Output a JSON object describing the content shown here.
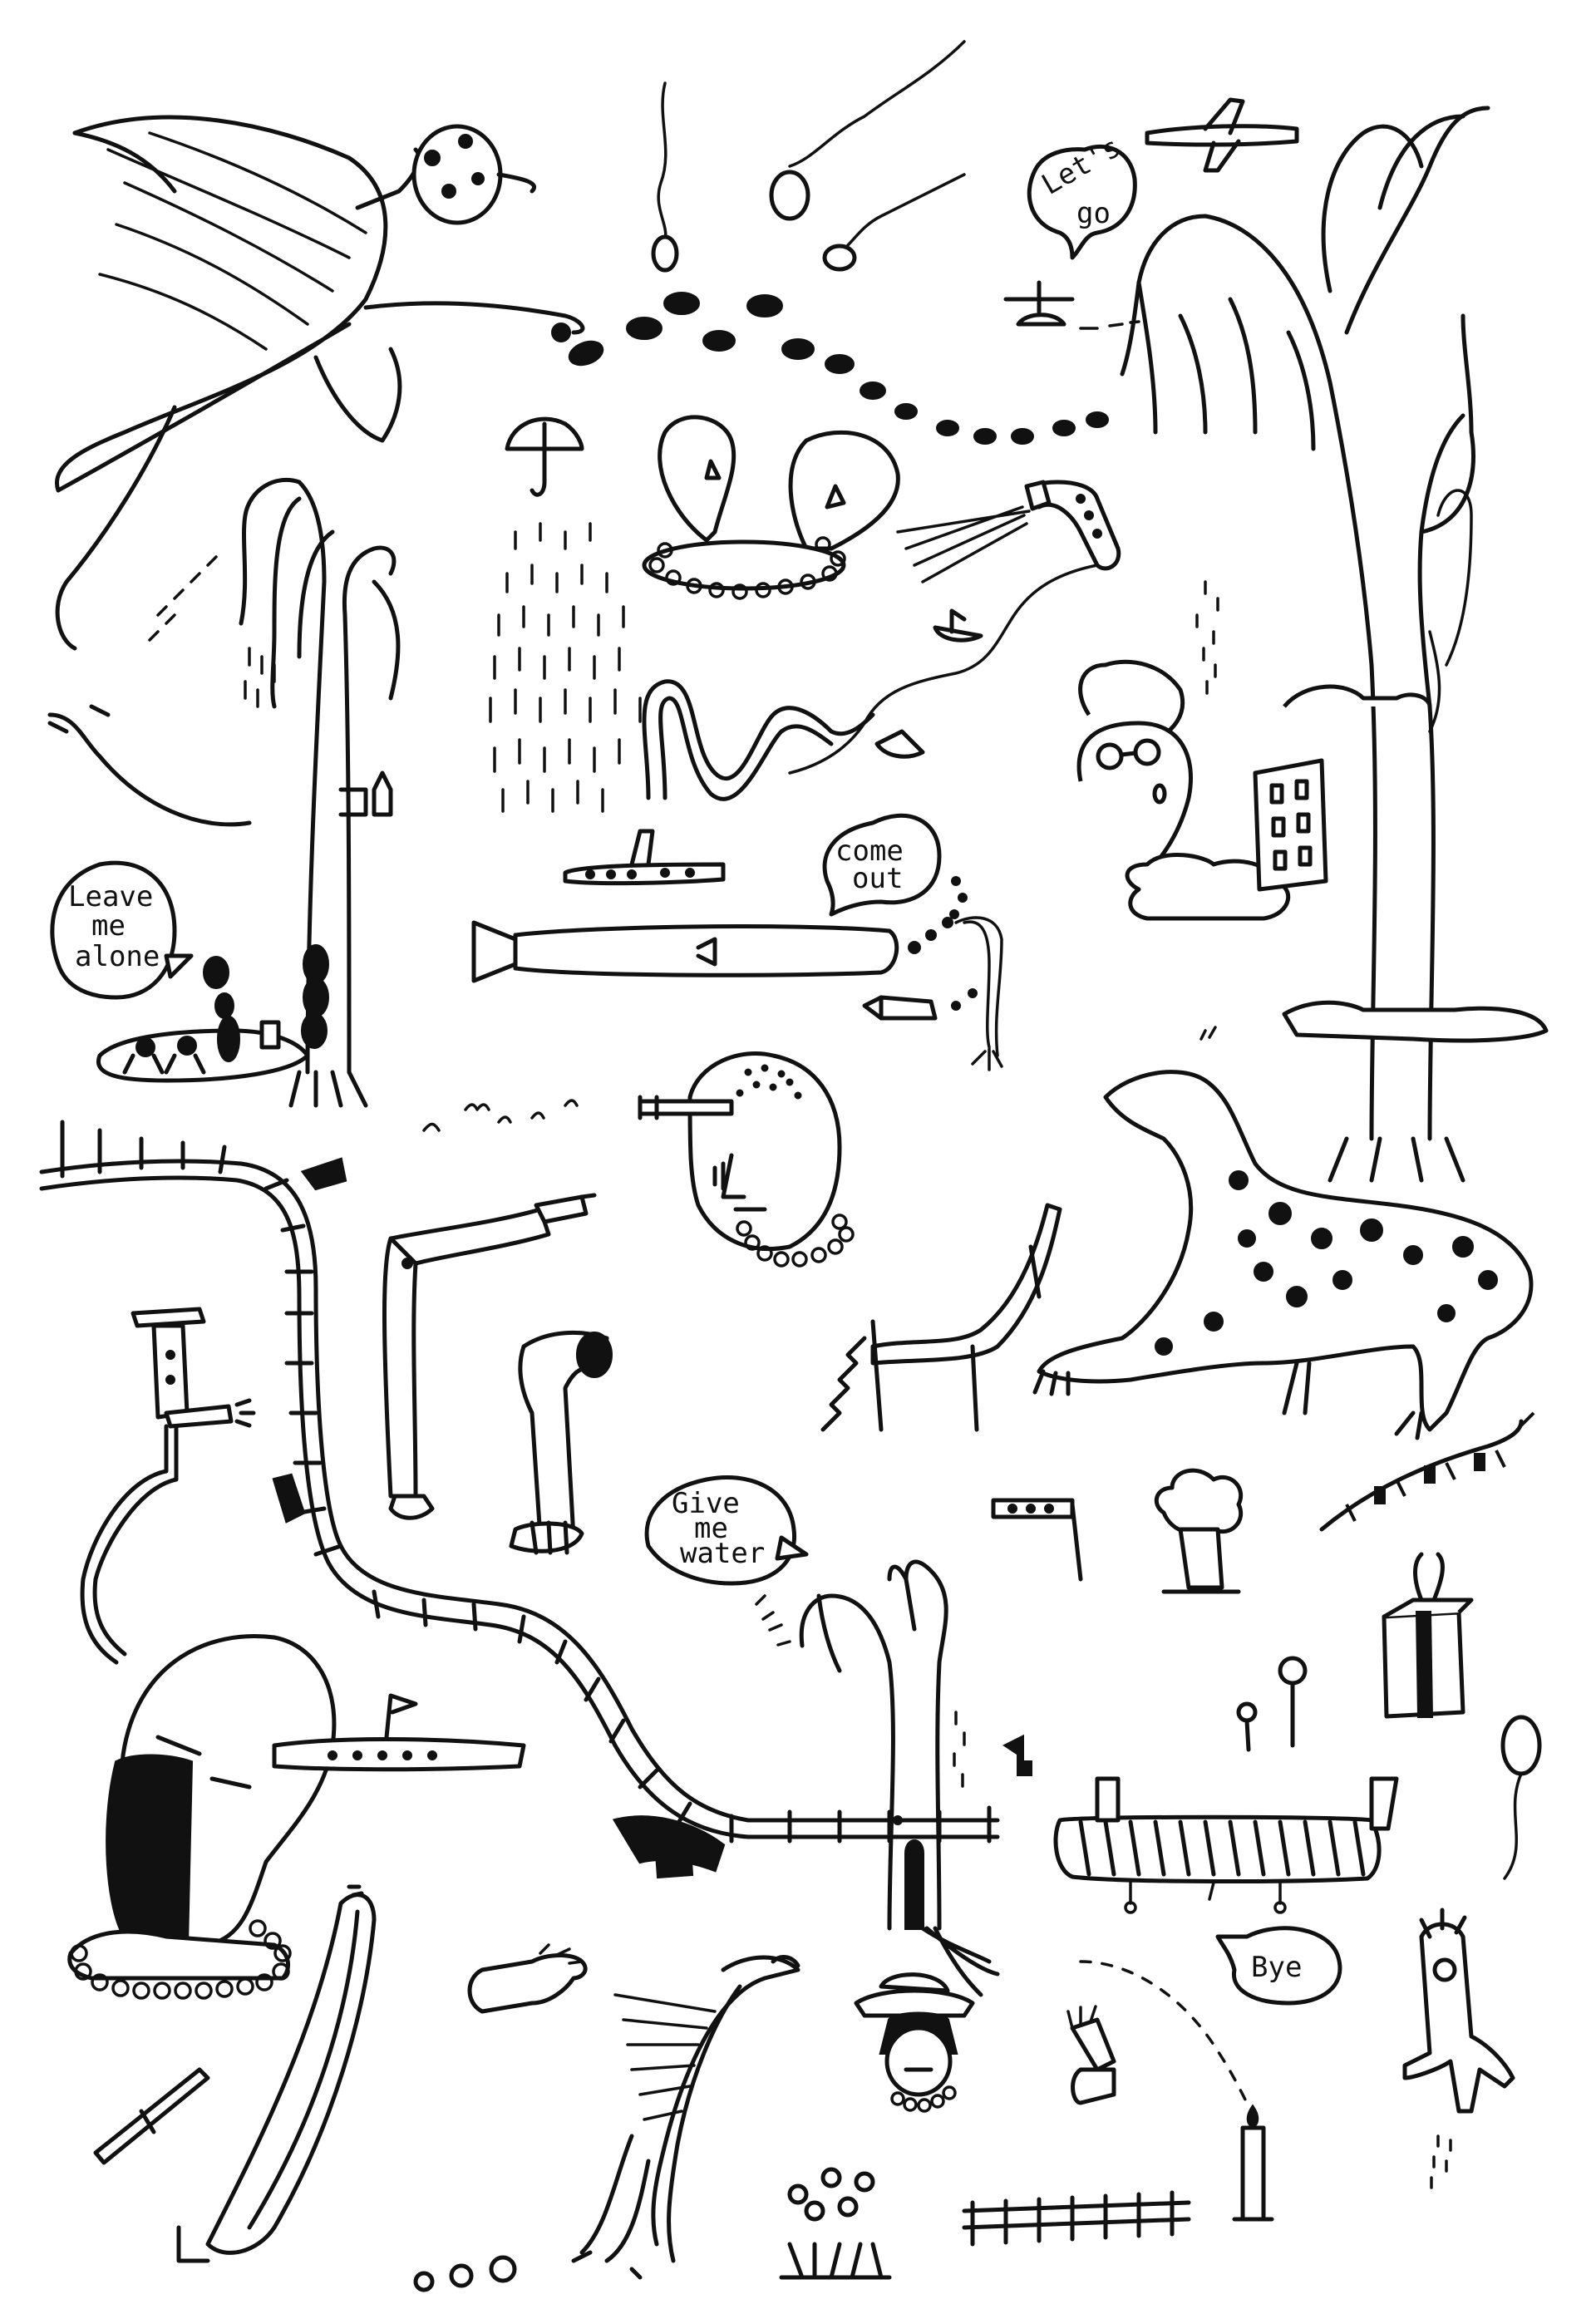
{
  "speech_bubbles": {
    "lets_go": [
      "Let's",
      "go"
    ],
    "leave_me_alone": [
      "Leave",
      "me",
      "alone"
    ],
    "come_out": [
      "come",
      "out"
    ],
    "give_me_water": [
      "Give",
      "me",
      "water"
    ],
    "bye": "Bye"
  },
  "colors": {
    "ink": "#111111",
    "paper": "#ffffff"
  }
}
